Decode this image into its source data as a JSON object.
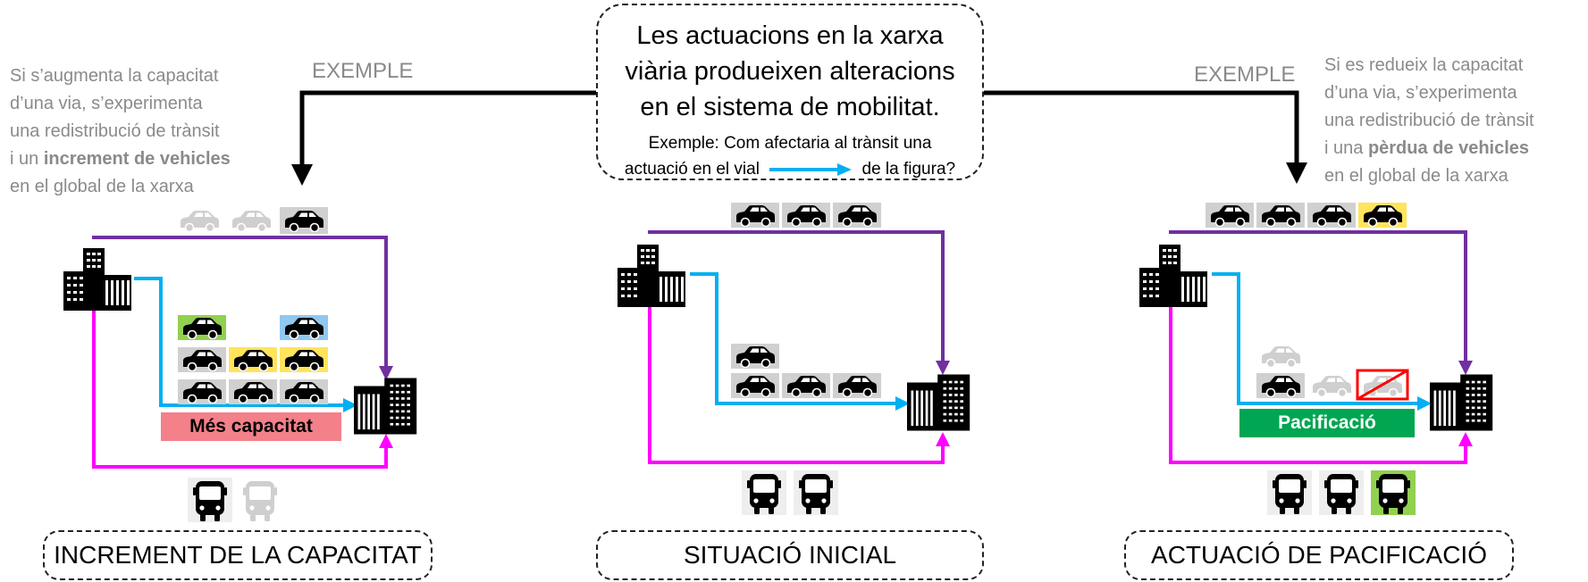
{
  "header": {
    "title_lines": [
      "Les actuacions en la xarxa",
      "viària produeixen alteracions",
      "en el sistema de mobilitat."
    ],
    "example_line1": "Exemple: Com afectaria al trànsit una",
    "example_line2_before": "actuació en el vial",
    "example_line2_after": "de la figura?"
  },
  "left_note": {
    "lines": [
      "Si s’augmenta la capacitat",
      "d’una via, s’experimenta",
      "una redistribució de trànsit"
    ],
    "line4_prefix": "i un ",
    "line4_bold": "increment de vehicles",
    "line5": "en el global de la xarxa"
  },
  "right_note": {
    "lines": [
      "Si es redueix la capacitat",
      "d’una via, s’experimenta",
      "una redistribució de trànsit"
    ],
    "line4_prefix": "i una ",
    "line4_bold": "pèrdua de vehicles",
    "line5": "en el global de la xarxa"
  },
  "exemple_left": "EXEMPLE",
  "exemple_right": "EXEMPLE",
  "panels": [
    {
      "caption": "INCREMENT DE LA CAPACITAT",
      "bar_label": "Més capacitat",
      "bar_color": "#f4808a"
    },
    {
      "caption": "SITUACIÓ INICIAL"
    },
    {
      "caption": "ACTUACIÓ DE PACIFICACIÓ",
      "bar_label": "Pacificació",
      "bar_color": "#00a651"
    }
  ],
  "colors": {
    "purple_route": "#7030a0",
    "blue_route": "#00b0f0",
    "magenta_route": "#ff00ff",
    "car_bg_gray": "#d0d0d0",
    "car_bg_yellow": "#ffe45c",
    "car_bg_green": "#92d050",
    "car_bg_blue": "#8fc8f0",
    "ghost": "#c8c8c8",
    "cross_red": "#ff0000"
  },
  "icons": [
    "building-icon",
    "car-icon",
    "bus-icon",
    "arrow-icon"
  ]
}
